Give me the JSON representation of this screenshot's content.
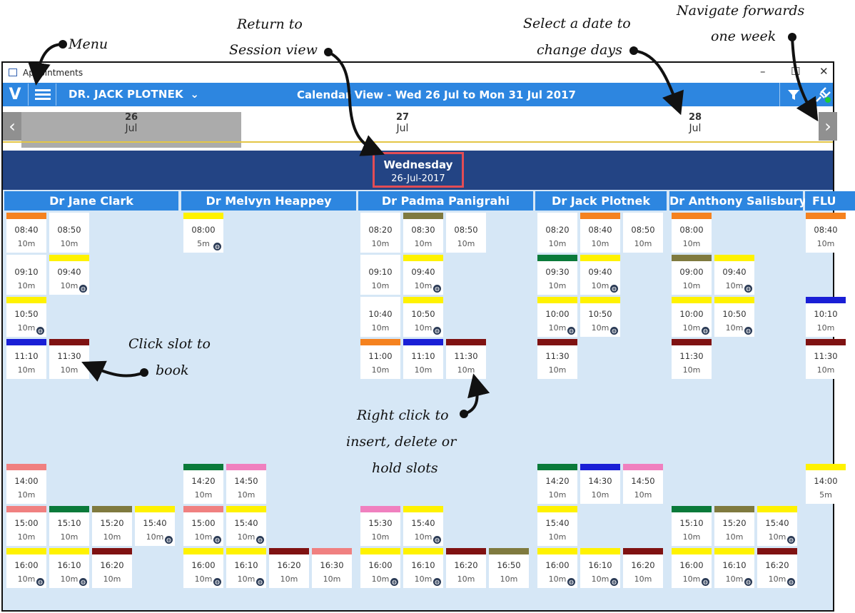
{
  "annotations": {
    "menu": "Menu",
    "session_1": "Return to",
    "session_2": "Session view",
    "date_1": "Select a date to",
    "date_2": "change days",
    "forward_1": "Navigate forwards",
    "forward_2": "one week",
    "book_1": "Click slot to",
    "book_2": "book",
    "right_1": "Right click to",
    "right_2": "insert, delete or",
    "right_3": "hold slots"
  },
  "window": {
    "title": "Appointments",
    "minimize": "–",
    "maximize": "☐",
    "close": "✕"
  },
  "toolbar": {
    "logo": "V",
    "user": "DR. JACK PLOTNEK",
    "user_caret": "⌄",
    "title": "Calendar View - Wed 26 Jul to Mon 31 Jul 2017",
    "filter_icon": "filter-icon",
    "status_icon": "plug-icon",
    "status_color": "#22cc33"
  },
  "dates": {
    "prev": "‹",
    "next": "›",
    "days": [
      {
        "day": "26",
        "month": "Jul",
        "selected": true
      },
      {
        "day": "27",
        "month": "Jul",
        "selected": false
      },
      {
        "day": "28",
        "month": "Jul",
        "selected": false
      }
    ]
  },
  "day_header": {
    "weekday": "Wednesday",
    "date": "26-Jul-2017"
  },
  "clinicians": [
    "Dr Jane Clark",
    "Dr Melvyn Heappey",
    "Dr Padma Panigrahi",
    "Dr Jack Plotnek",
    "Dr Anthony Salisbury",
    "FLU"
  ],
  "slot_colors": {
    "orange": "#f5821f",
    "olive": "#7f7a3f",
    "yellow": "#fff200",
    "blue": "#1a1fd6",
    "maroon": "#7f1212",
    "salmon": "#f08080",
    "green": "#0a7a3a",
    "pink": "#f080bf"
  },
  "slots": [
    {
      "col": 0,
      "pos": 0,
      "row": 0,
      "time": "08:40",
      "dur": "10m",
      "color": "orange",
      "web": false
    },
    {
      "col": 0,
      "pos": 1,
      "row": 0,
      "time": "08:50",
      "dur": "10m",
      "color": null,
      "web": false
    },
    {
      "col": 0,
      "pos": 0,
      "row": 1,
      "time": "09:10",
      "dur": "10m",
      "color": null,
      "web": false
    },
    {
      "col": 0,
      "pos": 1,
      "row": 1,
      "time": "09:40",
      "dur": "10m",
      "color": "yellow",
      "web": true
    },
    {
      "col": 0,
      "pos": 0,
      "row": 2,
      "time": "10:50",
      "dur": "10m",
      "color": "yellow",
      "web": true
    },
    {
      "col": 0,
      "pos": 0,
      "row": 3,
      "time": "11:10",
      "dur": "10m",
      "color": "blue",
      "web": false
    },
    {
      "col": 0,
      "pos": 1,
      "row": 3,
      "time": "11:30",
      "dur": "10m",
      "color": "maroon",
      "web": false
    },
    {
      "col": 0,
      "pos": 0,
      "row": 4,
      "time": "14:00",
      "dur": "10m",
      "color": "salmon",
      "web": false
    },
    {
      "col": 0,
      "pos": 0,
      "row": 5,
      "time": "15:00",
      "dur": "10m",
      "color": "salmon",
      "web": false
    },
    {
      "col": 0,
      "pos": 1,
      "row": 5,
      "time": "15:10",
      "dur": "10m",
      "color": "green",
      "web": false
    },
    {
      "col": 0,
      "pos": 2,
      "row": 5,
      "time": "15:20",
      "dur": "10m",
      "color": "olive",
      "web": false
    },
    {
      "col": 0,
      "pos": 3,
      "row": 5,
      "time": "15:40",
      "dur": "10m",
      "color": "yellow",
      "web": true
    },
    {
      "col": 0,
      "pos": 0,
      "row": 6,
      "time": "16:00",
      "dur": "10m",
      "color": "yellow",
      "web": true
    },
    {
      "col": 0,
      "pos": 1,
      "row": 6,
      "time": "16:10",
      "dur": "10m",
      "color": "yellow",
      "web": true
    },
    {
      "col": 0,
      "pos": 2,
      "row": 6,
      "time": "16:20",
      "dur": "10m",
      "color": "maroon",
      "web": false
    },
    {
      "col": 1,
      "pos": 0,
      "row": 0,
      "time": "08:00",
      "dur": "5m",
      "color": "yellow",
      "web": true
    },
    {
      "col": 1,
      "pos": 0,
      "row": 4,
      "time": "14:20",
      "dur": "10m",
      "color": "green",
      "web": false
    },
    {
      "col": 1,
      "pos": 1,
      "row": 4,
      "time": "14:50",
      "dur": "10m",
      "color": "pink",
      "web": false
    },
    {
      "col": 1,
      "pos": 0,
      "row": 5,
      "time": "15:00",
      "dur": "10m",
      "color": "salmon",
      "web": true
    },
    {
      "col": 1,
      "pos": 1,
      "row": 5,
      "time": "15:40",
      "dur": "10m",
      "color": "yellow",
      "web": true
    },
    {
      "col": 1,
      "pos": 0,
      "row": 6,
      "time": "16:00",
      "dur": "10m",
      "color": "yellow",
      "web": true
    },
    {
      "col": 1,
      "pos": 1,
      "row": 6,
      "time": "16:10",
      "dur": "10m",
      "color": "yellow",
      "web": true
    },
    {
      "col": 1,
      "pos": 2,
      "row": 6,
      "time": "16:20",
      "dur": "10m",
      "color": "maroon",
      "web": false
    },
    {
      "col": 1,
      "pos": 3,
      "row": 6,
      "time": "16:30",
      "dur": "10m",
      "color": "salmon",
      "web": false
    },
    {
      "col": 2,
      "pos": 0,
      "row": 0,
      "time": "08:20",
      "dur": "10m",
      "color": null,
      "web": false
    },
    {
      "col": 2,
      "pos": 1,
      "row": 0,
      "time": "08:30",
      "dur": "10m",
      "color": "olive",
      "web": false
    },
    {
      "col": 2,
      "pos": 2,
      "row": 0,
      "time": "08:50",
      "dur": "10m",
      "color": null,
      "web": false
    },
    {
      "col": 2,
      "pos": 0,
      "row": 1,
      "time": "09:10",
      "dur": "10m",
      "color": null,
      "web": false
    },
    {
      "col": 2,
      "pos": 1,
      "row": 1,
      "time": "09:40",
      "dur": "10m",
      "color": "yellow",
      "web": true
    },
    {
      "col": 2,
      "pos": 0,
      "row": 2,
      "time": "10:40",
      "dur": "10m",
      "color": null,
      "web": false
    },
    {
      "col": 2,
      "pos": 1,
      "row": 2,
      "time": "10:50",
      "dur": "10m",
      "color": "yellow",
      "web": true
    },
    {
      "col": 2,
      "pos": 0,
      "row": 3,
      "time": "11:00",
      "dur": "10m",
      "color": "orange",
      "web": false
    },
    {
      "col": 2,
      "pos": 1,
      "row": 3,
      "time": "11:10",
      "dur": "10m",
      "color": "blue",
      "web": false
    },
    {
      "col": 2,
      "pos": 2,
      "row": 3,
      "time": "11:30",
      "dur": "10m",
      "color": "maroon",
      "web": false
    },
    {
      "col": 2,
      "pos": 0,
      "row": 5,
      "time": "15:30",
      "dur": "10m",
      "color": "pink",
      "web": false
    },
    {
      "col": 2,
      "pos": 1,
      "row": 5,
      "time": "15:40",
      "dur": "10m",
      "color": "yellow",
      "web": true
    },
    {
      "col": 2,
      "pos": 0,
      "row": 6,
      "time": "16:00",
      "dur": "10m",
      "color": "yellow",
      "web": true
    },
    {
      "col": 2,
      "pos": 1,
      "row": 6,
      "time": "16:10",
      "dur": "10m",
      "color": "yellow",
      "web": true
    },
    {
      "col": 2,
      "pos": 2,
      "row": 6,
      "time": "16:20",
      "dur": "10m",
      "color": "maroon",
      "web": false
    },
    {
      "col": 2,
      "pos": 3,
      "row": 6,
      "time": "16:50",
      "dur": "10m",
      "color": "olive",
      "web": false
    },
    {
      "col": 3,
      "pos": 0,
      "row": 0,
      "time": "08:20",
      "dur": "10m",
      "color": null,
      "web": false
    },
    {
      "col": 3,
      "pos": 1,
      "row": 0,
      "time": "08:40",
      "dur": "10m",
      "color": "orange",
      "web": false
    },
    {
      "col": 3,
      "pos": 2,
      "row": 0,
      "time": "08:50",
      "dur": "10m",
      "color": null,
      "web": false
    },
    {
      "col": 3,
      "pos": 0,
      "row": 1,
      "time": "09:30",
      "dur": "10m",
      "color": "green",
      "web": false
    },
    {
      "col": 3,
      "pos": 1,
      "row": 1,
      "time": "09:40",
      "dur": "10m",
      "color": "yellow",
      "web": true
    },
    {
      "col": 3,
      "pos": 0,
      "row": 2,
      "time": "10:00",
      "dur": "10m",
      "color": "yellow",
      "web": true
    },
    {
      "col": 3,
      "pos": 1,
      "row": 2,
      "time": "10:50",
      "dur": "10m",
      "color": "yellow",
      "web": true
    },
    {
      "col": 3,
      "pos": 0,
      "row": 3,
      "time": "11:30",
      "dur": "10m",
      "color": "maroon",
      "web": false
    },
    {
      "col": 3,
      "pos": 0,
      "row": 4,
      "time": "14:20",
      "dur": "10m",
      "color": "green",
      "web": false
    },
    {
      "col": 3,
      "pos": 1,
      "row": 4,
      "time": "14:30",
      "dur": "10m",
      "color": "blue",
      "web": false
    },
    {
      "col": 3,
      "pos": 2,
      "row": 4,
      "time": "14:50",
      "dur": "10m",
      "color": "pink",
      "web": false
    },
    {
      "col": 3,
      "pos": 0,
      "row": 5,
      "time": "15:40",
      "dur": "10m",
      "color": "yellow",
      "web": false
    },
    {
      "col": 3,
      "pos": 0,
      "row": 6,
      "time": "16:00",
      "dur": "10m",
      "color": "yellow",
      "web": true
    },
    {
      "col": 3,
      "pos": 1,
      "row": 6,
      "time": "16:10",
      "dur": "10m",
      "color": "yellow",
      "web": true
    },
    {
      "col": 3,
      "pos": 2,
      "row": 6,
      "time": "16:20",
      "dur": "10m",
      "color": "maroon",
      "web": false
    },
    {
      "col": 4,
      "pos": 0,
      "row": 0,
      "time": "08:00",
      "dur": "10m",
      "color": "orange",
      "web": false
    },
    {
      "col": 4,
      "pos": 0,
      "row": 1,
      "time": "09:00",
      "dur": "10m",
      "color": "olive",
      "web": false
    },
    {
      "col": 4,
      "pos": 1,
      "row": 1,
      "time": "09:40",
      "dur": "10m",
      "color": "yellow",
      "web": true
    },
    {
      "col": 4,
      "pos": 0,
      "row": 2,
      "time": "10:00",
      "dur": "10m",
      "color": "yellow",
      "web": true
    },
    {
      "col": 4,
      "pos": 1,
      "row": 2,
      "time": "10:50",
      "dur": "10m",
      "color": "yellow",
      "web": true
    },
    {
      "col": 4,
      "pos": 0,
      "row": 3,
      "time": "11:30",
      "dur": "10m",
      "color": "maroon",
      "web": false
    },
    {
      "col": 4,
      "pos": 0,
      "row": 5,
      "time": "15:10",
      "dur": "10m",
      "color": "green",
      "web": false
    },
    {
      "col": 4,
      "pos": 1,
      "row": 5,
      "time": "15:20",
      "dur": "10m",
      "color": "olive",
      "web": false
    },
    {
      "col": 4,
      "pos": 2,
      "row": 5,
      "time": "15:40",
      "dur": "10m",
      "color": "yellow",
      "web": true
    },
    {
      "col": 4,
      "pos": 0,
      "row": 6,
      "time": "16:00",
      "dur": "10m",
      "color": "yellow",
      "web": true
    },
    {
      "col": 4,
      "pos": 1,
      "row": 6,
      "time": "16:10",
      "dur": "10m",
      "color": "yellow",
      "web": true
    },
    {
      "col": 4,
      "pos": 2,
      "row": 6,
      "time": "16:20",
      "dur": "10m",
      "color": "maroon",
      "web": true
    },
    {
      "col": 5,
      "pos": 0,
      "row": 0,
      "time": "08:40",
      "dur": "10m",
      "color": "orange",
      "web": false
    },
    {
      "col": 5,
      "pos": 0,
      "row": 2,
      "time": "10:10",
      "dur": "10m",
      "color": "blue",
      "web": false
    },
    {
      "col": 5,
      "pos": 0,
      "row": 3,
      "time": "11:30",
      "dur": "10m",
      "color": "maroon",
      "web": false
    },
    {
      "col": 5,
      "pos": 0,
      "row": 4,
      "time": "14:00",
      "dur": "5m",
      "color": "yellow",
      "web": false
    }
  ]
}
